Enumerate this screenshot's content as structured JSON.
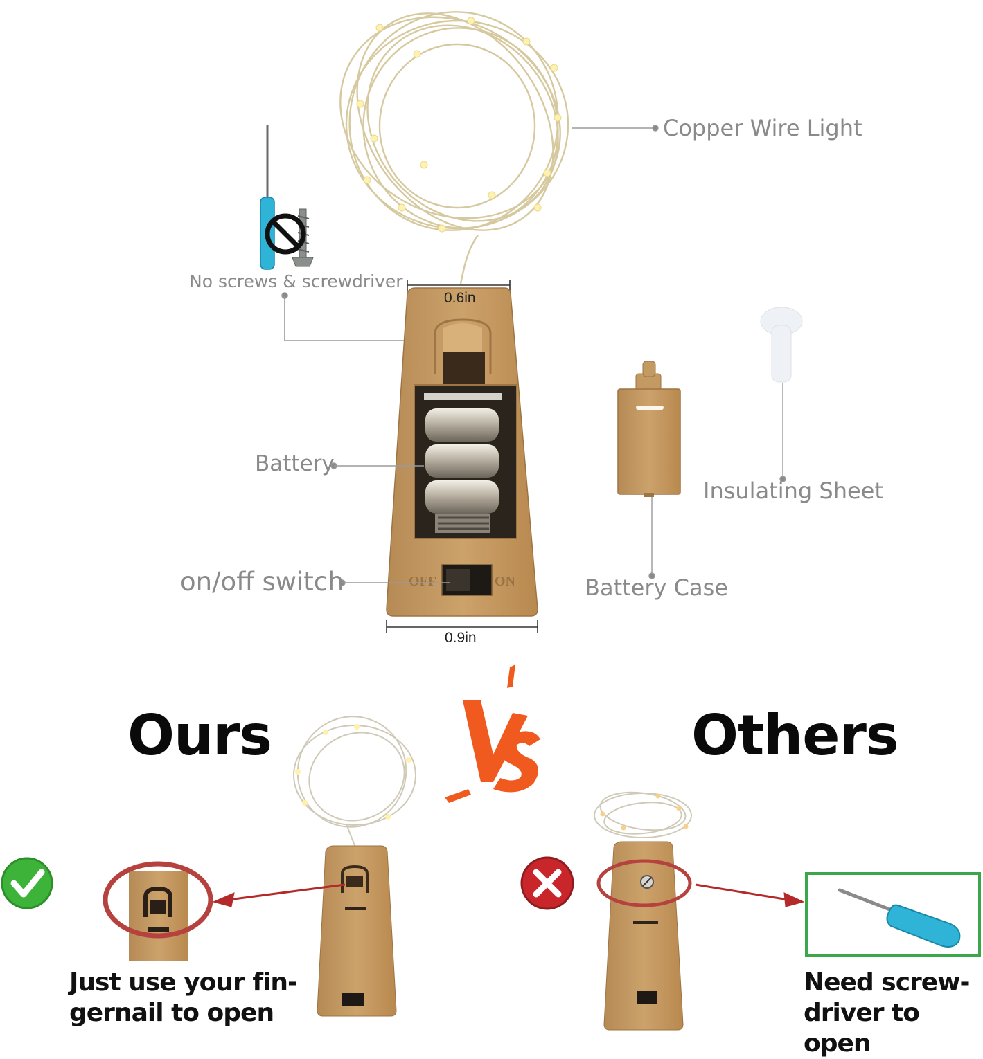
{
  "labels": {
    "copper_wire_light": "Copper Wire Light",
    "no_screws": "No screws & screwdriver",
    "width_top": "0.6in",
    "width_bottom": "0.9in",
    "battery": "Battery",
    "on_off_switch": "on/off switch",
    "battery_case": "Battery Case",
    "insulating_sheet": "Insulating Sheet"
  },
  "comparison": {
    "ours_title": "Ours",
    "vs_text": "VS",
    "others_title": "Others",
    "ours_caption_line1": "Just use your fin-",
    "ours_caption_line2": "gernail  to open",
    "others_caption_line1": "Need screw-",
    "others_caption_line2": "driver to open"
  },
  "colors": {
    "cork": "#c49a63",
    "label_gray": "#8a8a8a",
    "check_green": "#3db33a",
    "cross_red": "#c8262b",
    "arrow_red": "#b42a2a",
    "vs_orange": "#f05a1e",
    "screwdriver_blue": "#2fb4d8",
    "screwdriver_box_green": "#3aa84a"
  }
}
